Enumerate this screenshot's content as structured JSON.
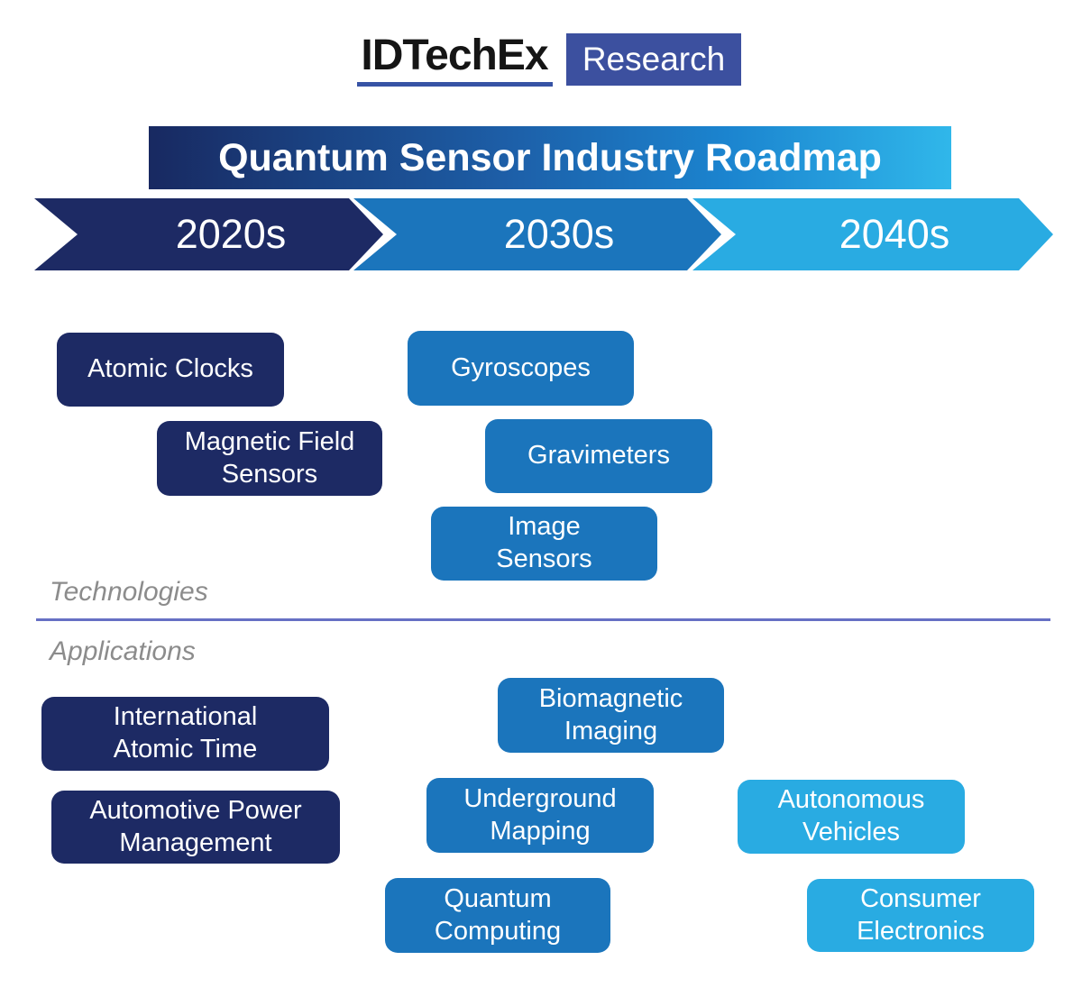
{
  "logo": {
    "brand": "IDTechEx",
    "product": "Research"
  },
  "header": {
    "title": "Quantum Sensor Industry Roadmap"
  },
  "timeline": {
    "decades": [
      {
        "label": "2020s",
        "color": "#1d2a64"
      },
      {
        "label": "2030s",
        "color": "#1b75bc"
      },
      {
        "label": "2040s",
        "color": "#29abe2"
      }
    ]
  },
  "sections": {
    "technologies": "Technologies",
    "applications": "Applications"
  },
  "technologies": [
    {
      "label": "Atomic Clocks",
      "era": "2020s"
    },
    {
      "label": "Magnetic Field\nSensors",
      "era": "2020s"
    },
    {
      "label": "Gyroscopes",
      "era": "2030s"
    },
    {
      "label": "Gravimeters",
      "era": "2030s"
    },
    {
      "label": "Image\nSensors",
      "era": "2030s"
    }
  ],
  "applications": [
    {
      "label": "International\nAtomic Time",
      "era": "2020s"
    },
    {
      "label": "Automotive Power\nManagement",
      "era": "2020s"
    },
    {
      "label": "Biomagnetic\nImaging",
      "era": "2030s"
    },
    {
      "label": "Underground\nMapping",
      "era": "2030s"
    },
    {
      "label": "Quantum\nComputing",
      "era": "2030s"
    },
    {
      "label": "Autonomous\nVehicles",
      "era": "2040s"
    },
    {
      "label": "Consumer\nElectronics",
      "era": "2040s"
    }
  ],
  "colors": {
    "navy": "#1d2a64",
    "blue": "#1b75bc",
    "cyan": "#29abe2",
    "research_box": "#3c509f",
    "logo_underline": "#3753a5",
    "divider": "#6670c4",
    "title_gradient_start": "#182961",
    "title_gradient_end": "#30b7ea",
    "section_label_gray": "#8c8c8c"
  }
}
